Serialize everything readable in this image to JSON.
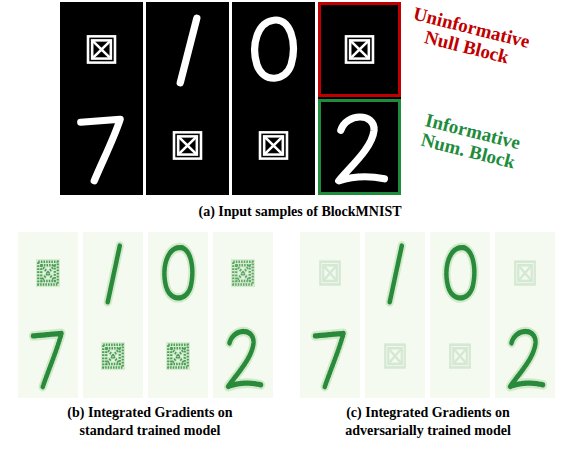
{
  "diagram": {
    "nodes": [
      {
        "text": [
          "Uninformative Null Block"
        ]
      },
      {
        "text": [
          "Informative Num. Block"
        ]
      }
    ],
    "labels": [
      "(a) Input samples of BlockMNIST",
      "(b) Integrated Gradients on standard trained model",
      "(c) Integrated Gradients on adversarially trained model"
    ]
  }
}
